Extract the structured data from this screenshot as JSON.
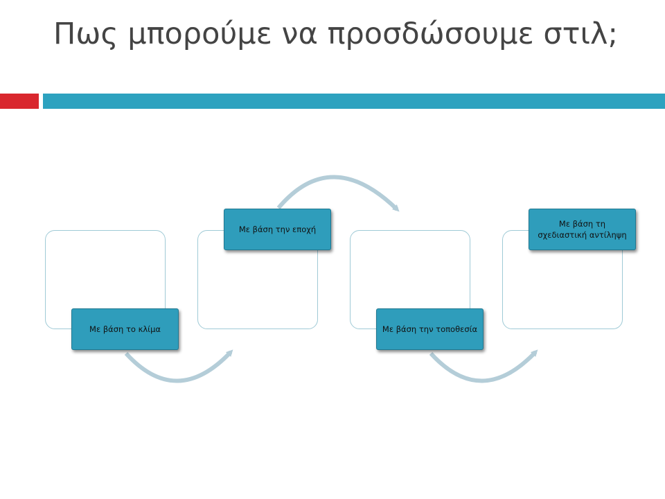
{
  "slide": {
    "title": "Πως μπορούμε να προσδώσουμε στιλ;",
    "accent_colors": {
      "red": "#d9272e",
      "teal": "#2da2bf",
      "box_fill": "#2f9dbb",
      "frame_border": "#9fcad6",
      "arrow": "#b4cdd8"
    }
  },
  "process": {
    "steps": [
      {
        "label": "Με βάση το κλίμα"
      },
      {
        "label": "Με βάση την εποχή"
      },
      {
        "label": "Με βάση την τοποθεσία"
      },
      {
        "label": "Με βάση τη σχεδιαστική αντίληψη"
      }
    ]
  }
}
